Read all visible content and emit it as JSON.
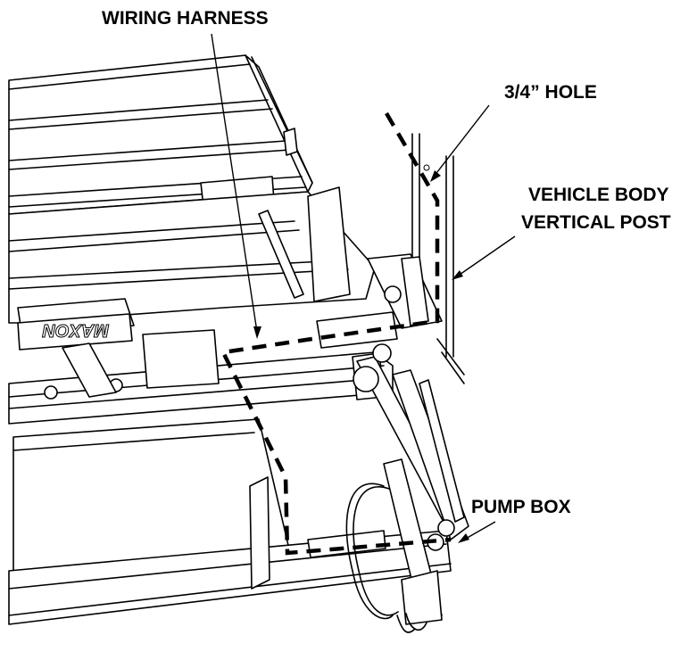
{
  "callouts": {
    "wiring_harness": "WIRING HARNESS",
    "hole": "3/4” HOLE",
    "vehicle_body_line1": "VEHICLE BODY",
    "vehicle_body_line2": "VERTICAL POST",
    "pump_box": "PUMP BOX"
  },
  "brand_mark": "MAXON",
  "colors": {
    "line": "#000000",
    "background": "#ffffff"
  }
}
